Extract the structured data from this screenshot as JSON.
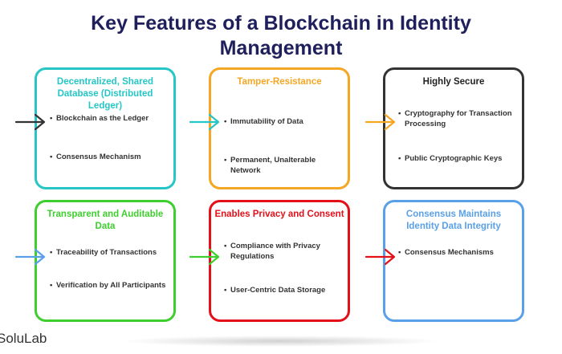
{
  "title": "Key Features of a Blockchain in Identity Management",
  "brand": "SoluLab",
  "cards": [
    {
      "title": "Decentralized, Shared Database (Distributed Ledger)",
      "color": "#26c6c6",
      "arrow_color": "#333333",
      "items": [
        "Blockchain as the Ledger",
        "Consensus Mechanism"
      ]
    },
    {
      "title": "Tamper-Resistance",
      "color": "#f5a623",
      "arrow_color": "#26c6c6",
      "items": [
        "Immutability of Data",
        "Permanent, Unalterable Network"
      ]
    },
    {
      "title": "Highly Secure",
      "color": "#333333",
      "arrow_color": "#f5a623",
      "items": [
        "Cryptography for Transaction Processing",
        "Public Cryptographic Keys"
      ]
    },
    {
      "title": "Transparent and Auditable Data",
      "color": "#3ecf2e",
      "arrow_color": "#5aa0e8",
      "items": [
        "Traceability of Transactions",
        "Verification by All Participants"
      ]
    },
    {
      "title": "Enables Privacy and Consent",
      "color": "#e3101a",
      "arrow_color": "#3ecf2e",
      "items": [
        "Compliance with Privacy Regulations",
        "User-Centric Data Storage"
      ]
    },
    {
      "title": "Consensus Maintains Identity Data Integrity",
      "color": "#5aa0e8",
      "arrow_color": "#e3101a",
      "items": [
        "Consensus Mechanisms"
      ]
    }
  ]
}
